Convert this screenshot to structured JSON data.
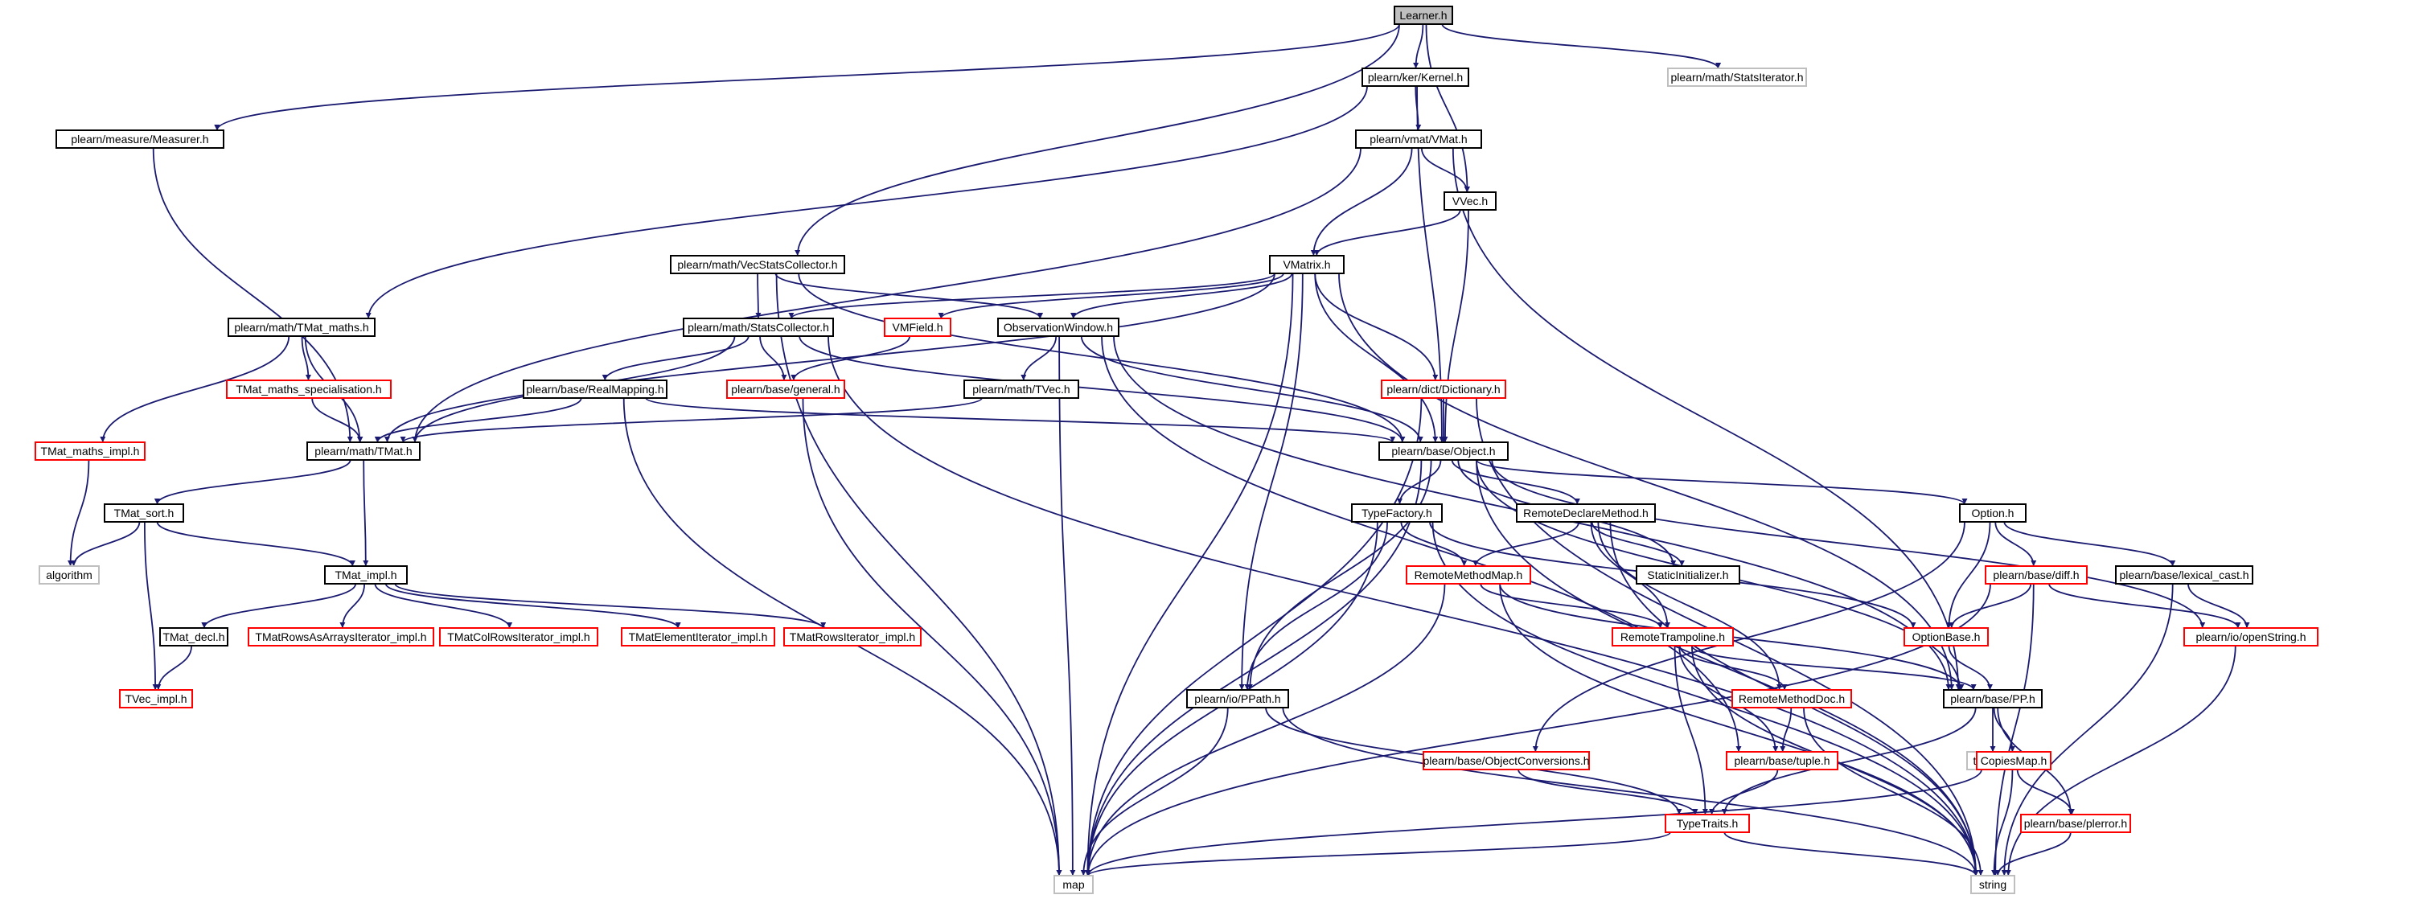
{
  "colors": {
    "edge": "#191970",
    "border_normal": "#000000",
    "border_incomplete": "#ff0000",
    "border_external": "#bfbfbf",
    "fill_root": "#bfbfbf",
    "fill": "#ffffff",
    "text": "#000000"
  },
  "nodes": [
    {
      "id": "learner",
      "label": "Learner.h",
      "kind": "root"
    },
    {
      "id": "kernel",
      "label": "plearn/ker/Kernel.h",
      "kind": "normal"
    },
    {
      "id": "statsiter",
      "label": "plearn/math/StatsIterator.h",
      "kind": "external"
    },
    {
      "id": "measurer",
      "label": "plearn/measure/Measurer.h",
      "kind": "normal"
    },
    {
      "id": "vmat",
      "label": "plearn/vmat/VMat.h",
      "kind": "normal"
    },
    {
      "id": "vvec",
      "label": "VVec.h",
      "kind": "normal"
    },
    {
      "id": "vecstats",
      "label": "plearn/math/VecStatsCollector.h",
      "kind": "normal"
    },
    {
      "id": "vmatrix",
      "label": "VMatrix.h",
      "kind": "normal"
    },
    {
      "id": "tmatmaths",
      "label": "plearn/math/TMat_maths.h",
      "kind": "normal"
    },
    {
      "id": "statscol",
      "label": "plearn/math/StatsCollector.h",
      "kind": "normal"
    },
    {
      "id": "vmfield",
      "label": "VMField.h",
      "kind": "incomplete"
    },
    {
      "id": "obswin",
      "label": "ObservationWindow.h",
      "kind": "normal"
    },
    {
      "id": "tmatspec",
      "label": "TMat_maths_specialisation.h",
      "kind": "incomplete"
    },
    {
      "id": "realmap",
      "label": "plearn/base/RealMapping.h",
      "kind": "normal"
    },
    {
      "id": "general",
      "label": "plearn/base/general.h",
      "kind": "incomplete"
    },
    {
      "id": "tvec",
      "label": "plearn/math/TVec.h",
      "kind": "normal"
    },
    {
      "id": "dictionary",
      "label": "plearn/dict/Dictionary.h",
      "kind": "incomplete"
    },
    {
      "id": "tmatmathsimpl",
      "label": "TMat_maths_impl.h",
      "kind": "incomplete"
    },
    {
      "id": "tmat",
      "label": "plearn/math/TMat.h",
      "kind": "normal"
    },
    {
      "id": "object",
      "label": "plearn/base/Object.h",
      "kind": "normal"
    },
    {
      "id": "tmatsort",
      "label": "TMat_sort.h",
      "kind": "normal"
    },
    {
      "id": "typefactory",
      "label": "TypeFactory.h",
      "kind": "normal"
    },
    {
      "id": "remotedecl",
      "label": "RemoteDeclareMethod.h",
      "kind": "normal"
    },
    {
      "id": "option",
      "label": "Option.h",
      "kind": "normal"
    },
    {
      "id": "algorithm",
      "label": "algorithm",
      "kind": "external"
    },
    {
      "id": "tmatimpl",
      "label": "TMat_impl.h",
      "kind": "normal"
    },
    {
      "id": "remotemap",
      "label": "RemoteMethodMap.h",
      "kind": "incomplete"
    },
    {
      "id": "staticinit",
      "label": "StaticInitializer.h",
      "kind": "normal"
    },
    {
      "id": "diff",
      "label": "plearn/base/diff.h",
      "kind": "incomplete"
    },
    {
      "id": "lexical",
      "label": "plearn/base/lexical_cast.h",
      "kind": "normal"
    },
    {
      "id": "tmatdecl",
      "label": "TMat_decl.h",
      "kind": "normal"
    },
    {
      "id": "tmatrowsarr",
      "label": "TMatRowsAsArraysIterator_impl.h",
      "kind": "incomplete"
    },
    {
      "id": "tmatcolrows",
      "label": "TMatColRowsIterator_impl.h",
      "kind": "incomplete"
    },
    {
      "id": "tmatelem",
      "label": "TMatElementIterator_impl.h",
      "kind": "incomplete"
    },
    {
      "id": "tmatrowsiter",
      "label": "TMatRowsIterator_impl.h",
      "kind": "incomplete"
    },
    {
      "id": "remotetramp",
      "label": "RemoteTrampoline.h",
      "kind": "incomplete"
    },
    {
      "id": "optionbase",
      "label": "OptionBase.h",
      "kind": "incomplete"
    },
    {
      "id": "openstring",
      "label": "plearn/io/openString.h",
      "kind": "incomplete"
    },
    {
      "id": "tvecimpl",
      "label": "TVec_impl.h",
      "kind": "incomplete"
    },
    {
      "id": "ppath",
      "label": "plearn/io/PPath.h",
      "kind": "normal"
    },
    {
      "id": "remotedoc",
      "label": "RemoteMethodDoc.h",
      "kind": "incomplete"
    },
    {
      "id": "pp",
      "label": "plearn/base/PP.h",
      "kind": "normal"
    },
    {
      "id": "objconv",
      "label": "plearn/base/ObjectConversions.h",
      "kind": "incomplete"
    },
    {
      "id": "tuple",
      "label": "plearn/base/tuple.h",
      "kind": "incomplete"
    },
    {
      "id": "typeinfo",
      "label": "typeinfo",
      "kind": "external"
    },
    {
      "id": "copiesmap",
      "label": "CopiesMap.h",
      "kind": "incomplete"
    },
    {
      "id": "typetraits",
      "label": "TypeTraits.h",
      "kind": "incomplete"
    },
    {
      "id": "plerror",
      "label": "plearn/base/plerror.h",
      "kind": "incomplete"
    },
    {
      "id": "map",
      "label": "map",
      "kind": "external"
    },
    {
      "id": "string",
      "label": "string",
      "kind": "external"
    }
  ],
  "edges": [
    [
      "learner",
      "kernel"
    ],
    [
      "learner",
      "statsiter"
    ],
    [
      "learner",
      "measurer"
    ],
    [
      "learner",
      "vvec"
    ],
    [
      "learner",
      "vecstats"
    ],
    [
      "kernel",
      "vmat"
    ],
    [
      "kernel",
      "tmatmaths"
    ],
    [
      "kernel",
      "object"
    ],
    [
      "measurer",
      "tmat"
    ],
    [
      "vmat",
      "vvec"
    ],
    [
      "vmat",
      "vmatrix"
    ],
    [
      "vmat",
      "tmat"
    ],
    [
      "vmat",
      "pp"
    ],
    [
      "vvec",
      "vmatrix"
    ],
    [
      "vvec",
      "object"
    ],
    [
      "vecstats",
      "statscol"
    ],
    [
      "vecstats",
      "obswin"
    ],
    [
      "vecstats",
      "object"
    ],
    [
      "vecstats",
      "map"
    ],
    [
      "vmatrix",
      "statscol"
    ],
    [
      "vmatrix",
      "vmfield"
    ],
    [
      "vmatrix",
      "obswin"
    ],
    [
      "vmatrix",
      "tmat"
    ],
    [
      "vmatrix",
      "dictionary"
    ],
    [
      "vmatrix",
      "object"
    ],
    [
      "vmatrix",
      "ppath"
    ],
    [
      "vmatrix",
      "pp"
    ],
    [
      "vmatrix",
      "map"
    ],
    [
      "tmatmaths",
      "tmatspec"
    ],
    [
      "tmatmaths",
      "tmatmathsimpl"
    ],
    [
      "tmatmaths",
      "tmat"
    ],
    [
      "statscol",
      "realmap"
    ],
    [
      "statscol",
      "general"
    ],
    [
      "statscol",
      "tmat"
    ],
    [
      "statscol",
      "object"
    ],
    [
      "statscol",
      "string"
    ],
    [
      "vmfield",
      "general"
    ],
    [
      "obswin",
      "tvec"
    ],
    [
      "obswin",
      "object"
    ],
    [
      "obswin",
      "map"
    ],
    [
      "obswin",
      "tuple"
    ],
    [
      "obswin",
      "pp"
    ],
    [
      "tmatspec",
      "tmat"
    ],
    [
      "realmap",
      "tmat"
    ],
    [
      "realmap",
      "object"
    ],
    [
      "realmap",
      "map"
    ],
    [
      "general",
      "map"
    ],
    [
      "tvec",
      "tmat"
    ],
    [
      "dictionary",
      "object"
    ],
    [
      "dictionary",
      "map"
    ],
    [
      "dictionary",
      "string"
    ],
    [
      "tmatmathsimpl",
      "algorithm"
    ],
    [
      "tmat",
      "tmatsort"
    ],
    [
      "tmat",
      "tmatimpl"
    ],
    [
      "object",
      "typefactory"
    ],
    [
      "object",
      "remotedecl"
    ],
    [
      "object",
      "option"
    ],
    [
      "object",
      "staticinit"
    ],
    [
      "object",
      "ppath"
    ],
    [
      "object",
      "pp"
    ],
    [
      "object",
      "map"
    ],
    [
      "object",
      "string"
    ],
    [
      "object",
      "openstring"
    ],
    [
      "tmatsort",
      "algorithm"
    ],
    [
      "tmatsort",
      "tmatimpl"
    ],
    [
      "tmatsort",
      "tvecimpl"
    ],
    [
      "typefactory",
      "remotemap"
    ],
    [
      "typefactory",
      "ppath"
    ],
    [
      "typefactory",
      "map"
    ],
    [
      "typefactory",
      "string"
    ],
    [
      "typefactory",
      "optionbase"
    ],
    [
      "remotedecl",
      "remotemap"
    ],
    [
      "remotedecl",
      "staticinit"
    ],
    [
      "remotedecl",
      "remotetramp"
    ],
    [
      "remotedecl",
      "remotedoc"
    ],
    [
      "remotedecl",
      "string"
    ],
    [
      "option",
      "diff"
    ],
    [
      "option",
      "lexical"
    ],
    [
      "option",
      "optionbase"
    ],
    [
      "option",
      "objconv"
    ],
    [
      "tmatimpl",
      "tmatdecl"
    ],
    [
      "tmatimpl",
      "tmatrowsarr"
    ],
    [
      "tmatimpl",
      "tmatcolrows"
    ],
    [
      "tmatimpl",
      "tmatelem"
    ],
    [
      "tmatimpl",
      "tmatrowsiter"
    ],
    [
      "remotemap",
      "remotetramp"
    ],
    [
      "remotemap",
      "pp"
    ],
    [
      "remotemap",
      "map"
    ],
    [
      "remotemap",
      "string"
    ],
    [
      "diff",
      "optionbase"
    ],
    [
      "diff",
      "openstring"
    ],
    [
      "diff",
      "map"
    ],
    [
      "diff",
      "string"
    ],
    [
      "lexical",
      "openstring"
    ],
    [
      "lexical",
      "string"
    ],
    [
      "tmatdecl",
      "tvecimpl"
    ],
    [
      "remotetramp",
      "remotedoc"
    ],
    [
      "remotetramp",
      "pp"
    ],
    [
      "remotetramp",
      "tuple"
    ],
    [
      "remotetramp",
      "typetraits"
    ],
    [
      "remotetramp",
      "string"
    ],
    [
      "optionbase",
      "pp"
    ],
    [
      "openstring",
      "string"
    ],
    [
      "ppath",
      "typetraits"
    ],
    [
      "ppath",
      "map"
    ],
    [
      "ppath",
      "string"
    ],
    [
      "remotedoc",
      "tuple"
    ],
    [
      "remotedoc",
      "string"
    ],
    [
      "pp",
      "typeinfo"
    ],
    [
      "pp",
      "copiesmap"
    ],
    [
      "pp",
      "plerror"
    ],
    [
      "pp",
      "typetraits"
    ],
    [
      "objconv",
      "typetraits"
    ],
    [
      "tuple",
      "typetraits"
    ],
    [
      "copiesmap",
      "plerror"
    ],
    [
      "copiesmap",
      "map"
    ],
    [
      "copiesmap",
      "string"
    ],
    [
      "typetraits",
      "map"
    ],
    [
      "typetraits",
      "string"
    ],
    [
      "plerror",
      "string"
    ]
  ]
}
